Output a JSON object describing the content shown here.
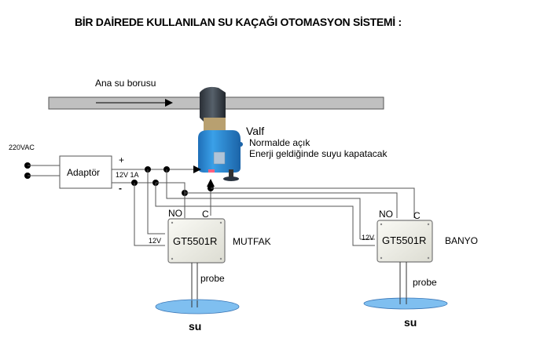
{
  "title": "BİR DAİREDE KULLANILAN SU KAÇAĞI OTOMASYON SİSTEMİ :",
  "pipe": {
    "label": "Ana su borusu",
    "color": "#c0c0c0"
  },
  "valve": {
    "name": "Valf",
    "line1": "Normalde açık",
    "line2": "Enerji geldiğinde suyu kapatacak",
    "body_color": "#2f8fd6"
  },
  "power": {
    "input_label": "220VAC",
    "adapter_label": "Adaptör",
    "output_label": "12V 1A",
    "plus": "+",
    "minus": "-"
  },
  "sensors": [
    {
      "model": "GT5501R",
      "room": "MUTFAK",
      "no_label": "NO",
      "c_label": "C",
      "power_label": "12V",
      "probe_label": "probe",
      "water_label": "su"
    },
    {
      "model": "GT5501R",
      "room": "BANYO",
      "no_label": "NO",
      "c_label": "C",
      "power_label": "12V",
      "probe_label": "probe",
      "water_label": "su"
    }
  ],
  "colors": {
    "water": "#7fbff0",
    "sensor_box": "#eeeee6",
    "wire": "#555555"
  }
}
